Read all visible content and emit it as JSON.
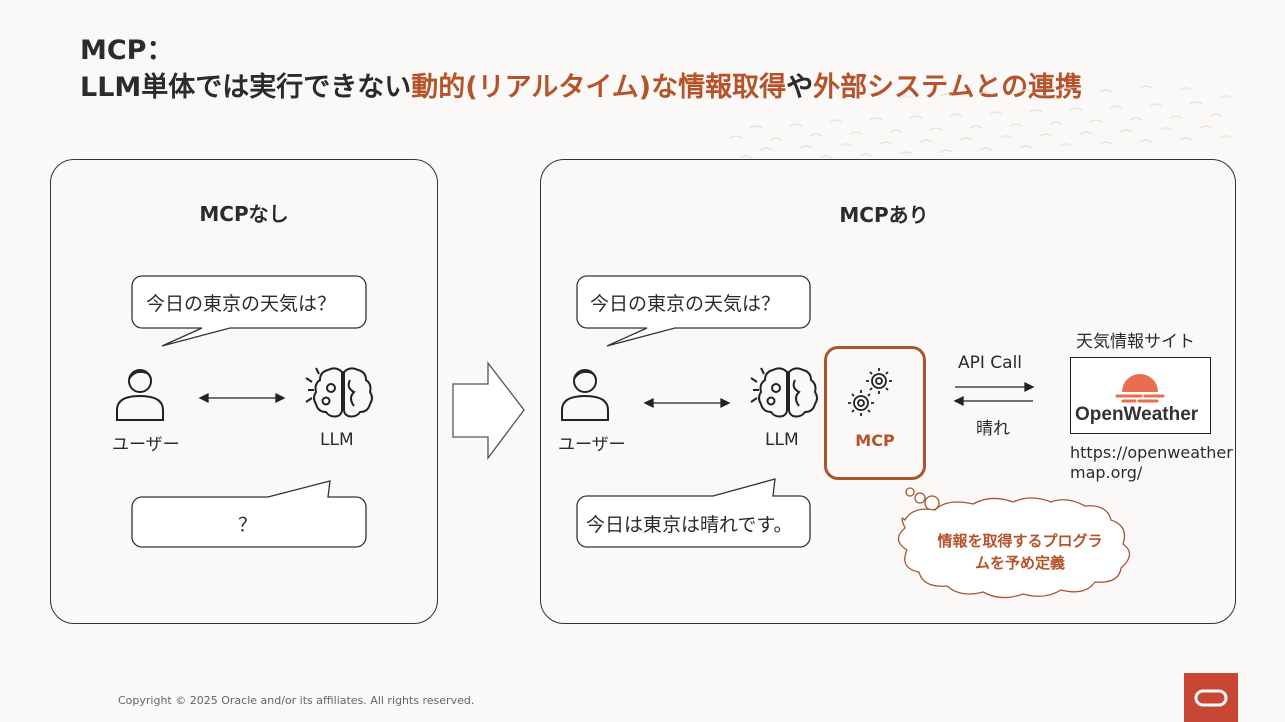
{
  "header": {
    "title_line1": "MCP：",
    "title_line2_part1": "LLM単体では実行できない",
    "title_line2_accent1": "動的(リアルタイム)な情報取得",
    "title_line2_part2": "や",
    "title_line2_accent2": "外部システムとの連携"
  },
  "left_panel": {
    "title": "MCPなし",
    "question": "今日の東京の天気は？",
    "user_label": "ユーザー",
    "llm_label": "LLM",
    "answer": "？"
  },
  "right_panel": {
    "title": "MCPあり",
    "question": "今日の東京の天気は？",
    "user_label": "ユーザー",
    "llm_label": "LLM",
    "mcp_label": "MCP",
    "api_call_label": "API Call",
    "response_label": "晴れ",
    "site_label": "天気情報サイト",
    "logo_text": "OpenWeather",
    "url_line1": "https://openweather",
    "url_line2": "map.org/",
    "answer": "今日は東京は晴れです。",
    "cloud_line1": "情報を取得するプログラ",
    "cloud_line2": "ムを予め定義"
  },
  "footer": {
    "copyright": "Copyright © 2025 Oracle and/or its affiliates. All rights reserved."
  },
  "colors": {
    "accent": "#b5532a",
    "mcp_border": "#a9562e",
    "oracle_red": "#c74634",
    "openweather_orange": "#e96e50"
  }
}
